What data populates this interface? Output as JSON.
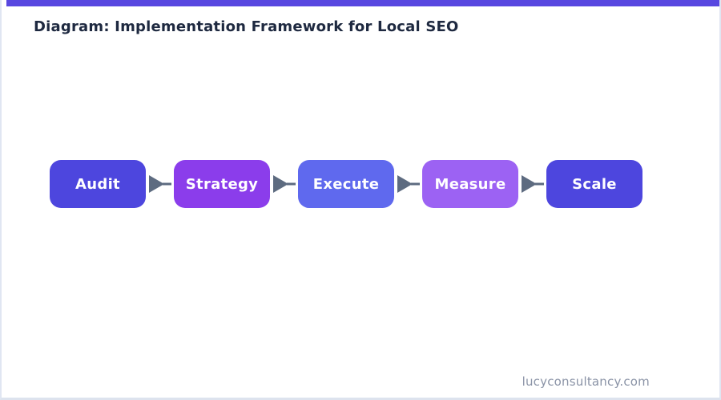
{
  "page": {
    "title": "Diagram: Implementation Framework for Local SEO",
    "footer": "lucyconsultancy.com",
    "accent_bar_color": "#5847e0",
    "title_color": "#1e2940",
    "footer_color": "#8a93a6",
    "background_color": "#ffffff",
    "border_color": "#e0e6f2"
  },
  "diagram": {
    "step_text_color": "#ffffff",
    "arrow_color": "#5d6b80",
    "steps": [
      {
        "label": "Audit",
        "color": "#4d46de"
      },
      {
        "label": "Strategy",
        "color": "#8b3deb"
      },
      {
        "label": "Execute",
        "color": "#5f69ee"
      },
      {
        "label": "Measure",
        "color": "#9c62f3"
      },
      {
        "label": "Scale",
        "color": "#4d46de"
      }
    ]
  }
}
